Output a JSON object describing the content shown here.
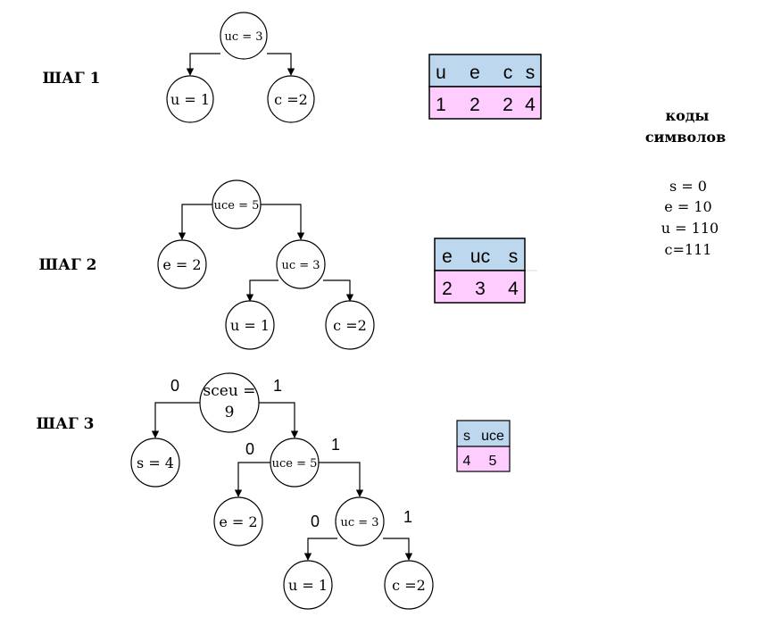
{
  "steps": {
    "s1": "ШАГ 1",
    "s2": "ШАГ 2",
    "s3": "ШАГ 3"
  },
  "tree1": {
    "root": "uc = 3",
    "left": "u = 1",
    "right": "c =2"
  },
  "tree2": {
    "root": "uce = 5",
    "left": "e = 2",
    "mid": "uc = 3",
    "ll": "u = 1",
    "lr": "c =2"
  },
  "tree3": {
    "root_line1": "sceu =",
    "root_line2": "9",
    "s": "s = 4",
    "uce": "uce = 5",
    "e": "e = 2",
    "uc": "uc = 3",
    "u": "u = 1",
    "c": "c =2",
    "bits": {
      "root_left": "0",
      "root_right": "1",
      "uce_left": "0",
      "uce_right": "1",
      "uc_left": "0",
      "uc_right": "1"
    }
  },
  "table1": {
    "header": [
      "u",
      "e",
      "c",
      "s"
    ],
    "values": [
      "1",
      "2",
      "2",
      "4"
    ]
  },
  "table2": {
    "header": [
      "e",
      "uc",
      "s"
    ],
    "values": [
      "2",
      "3",
      "4"
    ]
  },
  "table3": {
    "header": [
      "s",
      "uce"
    ],
    "values": [
      "4",
      "5"
    ]
  },
  "codes": {
    "title_line1": "коды",
    "title_line2": "символов",
    "lines": [
      "s = 0",
      "e = 10",
      "u = 110",
      "c=111"
    ]
  },
  "colors": {
    "header_fill": "#bdd7ee",
    "value_fill": "#ffccff",
    "stroke": "#000000"
  }
}
